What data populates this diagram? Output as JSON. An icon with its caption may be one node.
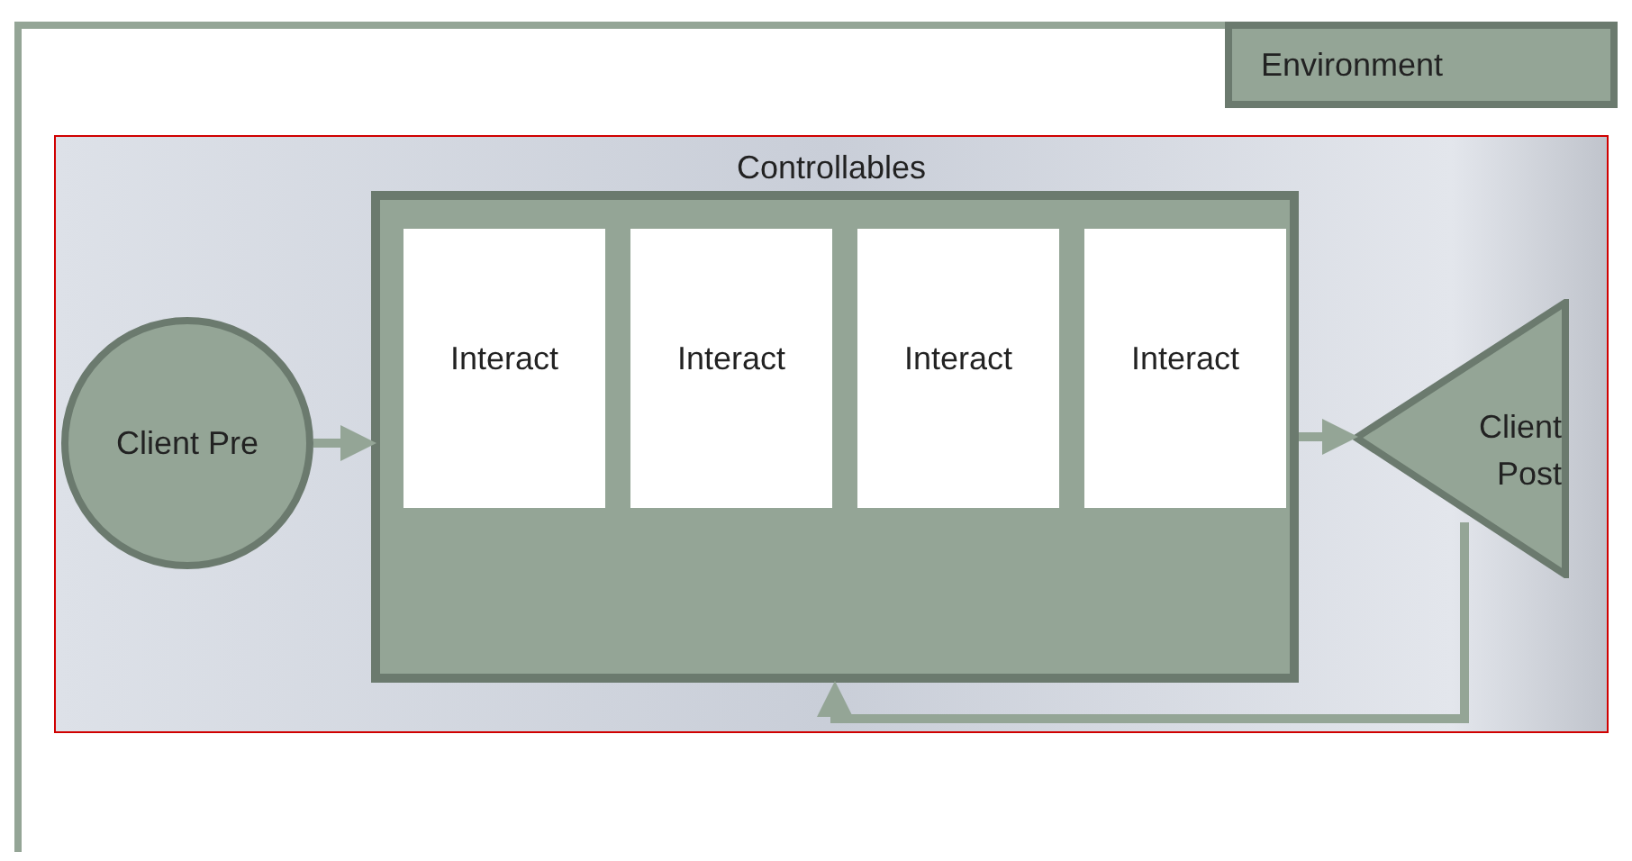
{
  "diagram": {
    "nodes": [
      {
        "text": [
          "Environment"
        ]
      },
      {
        "text": [
          "Controllables"
        ],
        "in": 0
      },
      {
        "text": [
          "Client Pre"
        ],
        "in": 1
      },
      {
        "text": [],
        "shape": "box",
        "in": 1
      },
      {
        "text": [
          "Interact"
        ],
        "in": 3
      },
      {
        "text": [
          "Interact"
        ],
        "in": 3
      },
      {
        "text": [
          "Interact"
        ],
        "in": 3
      },
      {
        "text": [
          "Interact"
        ],
        "in": 3
      },
      {
        "text": [
          "Client Post"
        ],
        "in": 1
      }
    ],
    "edges": [
      {
        "from": 2,
        "to": 3,
        "arrow": "to"
      },
      {
        "from": 3,
        "to": 8,
        "arrow": "to"
      },
      {
        "from": 8,
        "to": 3,
        "arrow": "to"
      }
    ]
  }
}
